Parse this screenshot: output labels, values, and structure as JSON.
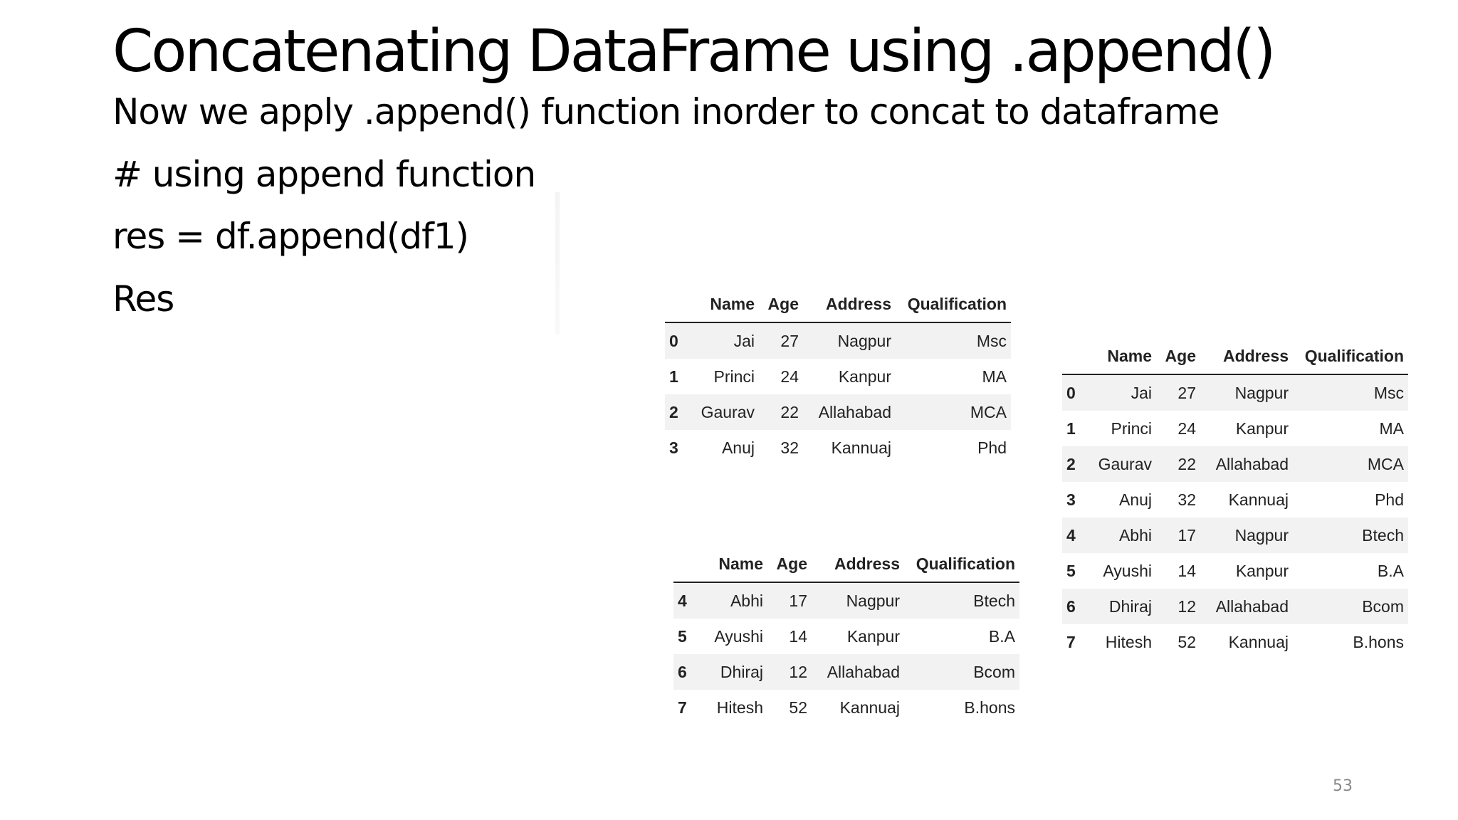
{
  "slide": {
    "title": "Concatenating DataFrame using .append()",
    "lines": [
      "Now we apply .append() function inorder to concat to dataframe",
      "# using append function",
      "res = df.append(df1)",
      "Res"
    ],
    "page_number": "53"
  },
  "tables": {
    "columns": [
      "",
      "Name",
      "Age",
      "Address",
      "Qualification"
    ],
    "df": {
      "rows": [
        [
          "0",
          "Jai",
          "27",
          "Nagpur",
          "Msc"
        ],
        [
          "1",
          "Princi",
          "24",
          "Kanpur",
          "MA"
        ],
        [
          "2",
          "Gaurav",
          "22",
          "Allahabad",
          "MCA"
        ],
        [
          "3",
          "Anuj",
          "32",
          "Kannuaj",
          "Phd"
        ]
      ]
    },
    "df1": {
      "rows": [
        [
          "4",
          "Abhi",
          "17",
          "Nagpur",
          "Btech"
        ],
        [
          "5",
          "Ayushi",
          "14",
          "Kanpur",
          "B.A"
        ],
        [
          "6",
          "Dhiraj",
          "12",
          "Allahabad",
          "Bcom"
        ],
        [
          "7",
          "Hitesh",
          "52",
          "Kannuaj",
          "B.hons"
        ]
      ]
    },
    "res": {
      "rows": [
        [
          "0",
          "Jai",
          "27",
          "Nagpur",
          "Msc"
        ],
        [
          "1",
          "Princi",
          "24",
          "Kanpur",
          "MA"
        ],
        [
          "2",
          "Gaurav",
          "22",
          "Allahabad",
          "MCA"
        ],
        [
          "3",
          "Anuj",
          "32",
          "Kannuaj",
          "Phd"
        ],
        [
          "4",
          "Abhi",
          "17",
          "Nagpur",
          "Btech"
        ],
        [
          "5",
          "Ayushi",
          "14",
          "Kanpur",
          "B.A"
        ],
        [
          "6",
          "Dhiraj",
          "12",
          "Allahabad",
          "Bcom"
        ],
        [
          "7",
          "Hitesh",
          "52",
          "Kannuaj",
          "B.hons"
        ]
      ]
    }
  }
}
